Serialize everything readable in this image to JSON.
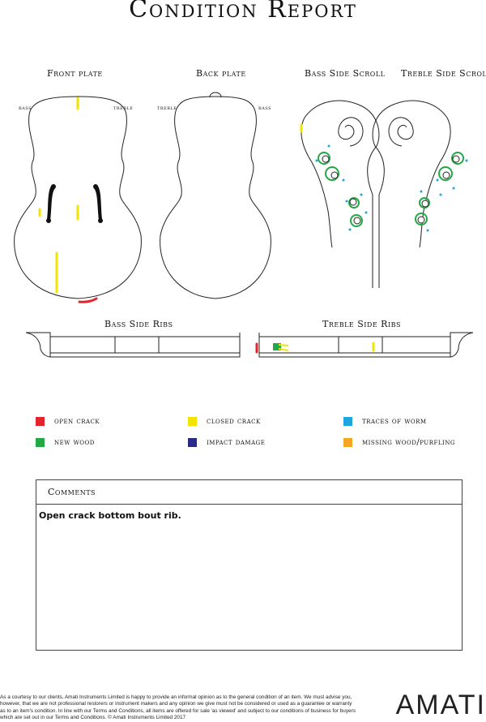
{
  "title": "Condition Report",
  "diagrams": {
    "front_plate": {
      "label": "Front plate",
      "bass": "bass",
      "treble": "treble"
    },
    "back_plate": {
      "label": "Back plate",
      "treble": "treble",
      "bass": "bass"
    },
    "bass_scroll": {
      "label": "Bass Side Scroll"
    },
    "treble_scroll": {
      "label": "Treble Side Scroll"
    },
    "bass_ribs": {
      "label": "Bass Side Ribs"
    },
    "treble_ribs": {
      "label": "Treble Side Ribs"
    }
  },
  "legend": [
    {
      "label": "open crack",
      "color": "#e3252b"
    },
    {
      "label": "closed crack",
      "color": "#f2e400"
    },
    {
      "label": "traces of worm",
      "color": "#1fa5e0"
    },
    {
      "label": "new wood",
      "color": "#22a845"
    },
    {
      "label": "impact damage",
      "color": "#2b2b86"
    },
    {
      "label": "missing wood/purfling",
      "color": "#f5a623"
    }
  ],
  "comments": {
    "heading": "Comments",
    "text": "Open crack bottom bout rib."
  },
  "disclaimer": "As a courtesy to our clients, Amati Instruments Limited is happy to provide an informal opinion as to the general condition of an item. We must advise you, however, that we are not professional restorers or instrument makers and any opinion we give must not be considered or used as a guarantee or warranty as to an item's condition. In line with our Terms and Conditions, all items are offered for sale 'as viewed' and subject to our conditions of business for buyers which are set out in our Terms and Conditions. © Amati Instruments Limited 2017",
  "brand": "AMATI"
}
